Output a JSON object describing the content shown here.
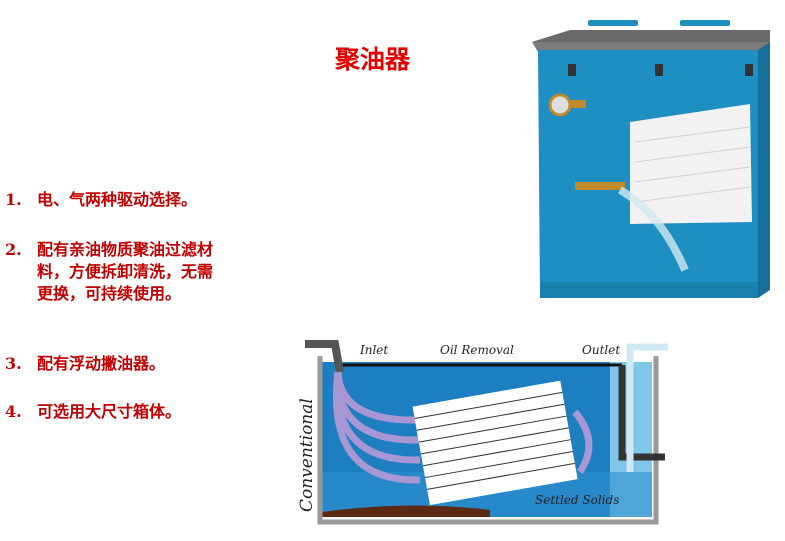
{
  "title": "聚油器",
  "items": [
    {
      "num": "1.",
      "text": "电、气两种驱动选择。"
    },
    {
      "num": "2.",
      "text": "配有亲油物质聚油过滤材料，方便拆卸清洗，无需更换，可持续使用。"
    },
    {
      "num": "3.",
      "text": "配有浮动撇油器。"
    },
    {
      "num": "4.",
      "text": "可选用大尺寸箱体。"
    }
  ],
  "diagram": {
    "inlet": "Inlet",
    "oil_removal": "Oil Removal",
    "outlet": "Outlet",
    "settled_solids": "Settled Solids",
    "side_label": "Conventional"
  }
}
